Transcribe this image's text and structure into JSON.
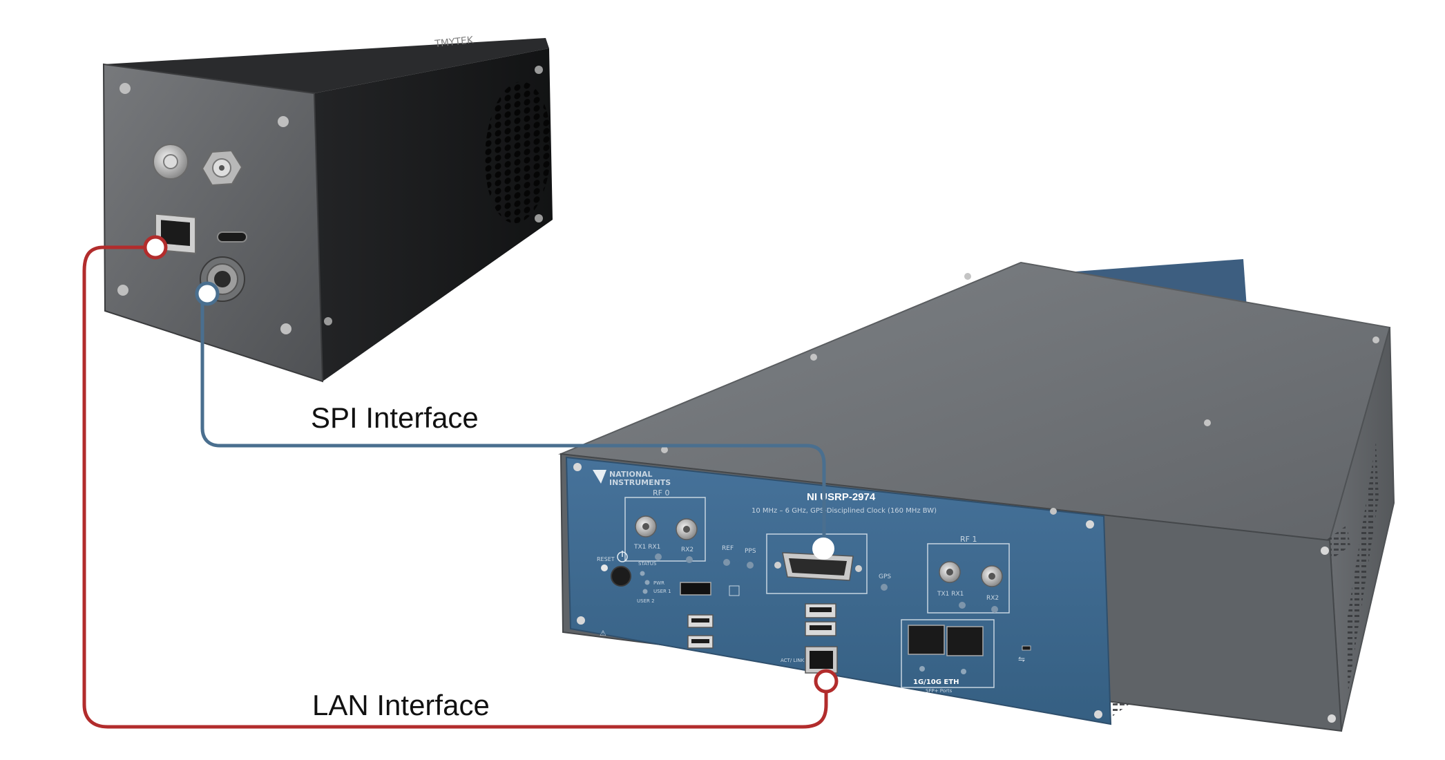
{
  "labels": {
    "spi": "SPI Interface",
    "lan": "LAN Interface"
  },
  "small_device": {
    "brand": "TMYTEK"
  },
  "usrp": {
    "brand_line1": "NATIONAL",
    "brand_line2": "INSTRUMENTS",
    "model": "NI USRP-2974",
    "subtitle": "10 MHz – 6 GHz, GPS-Disciplined Clock (160 MHz BW)",
    "rf0": "RF 0",
    "rf1": "RF 1",
    "tx1rx1": "TX1 RX1",
    "rx2": "RX2",
    "ref": "REF",
    "pps": "PPS",
    "gps": "GPS",
    "reset": "RESET",
    "status": "STATUS",
    "pwr": "PWR",
    "user1": "USER 1",
    "user2": "USER 2",
    "act_link": "ACT/ LINK",
    "eth_port": "1G/10G ETH",
    "sfp": "SFP+ Ports"
  },
  "colors": {
    "spi_line": "#4a6f8f",
    "lan_line": "#b22c2c",
    "usrp_panel": "#3f6a8c",
    "usrp_body": "#6b6f73",
    "small_body": "#1f2022"
  }
}
